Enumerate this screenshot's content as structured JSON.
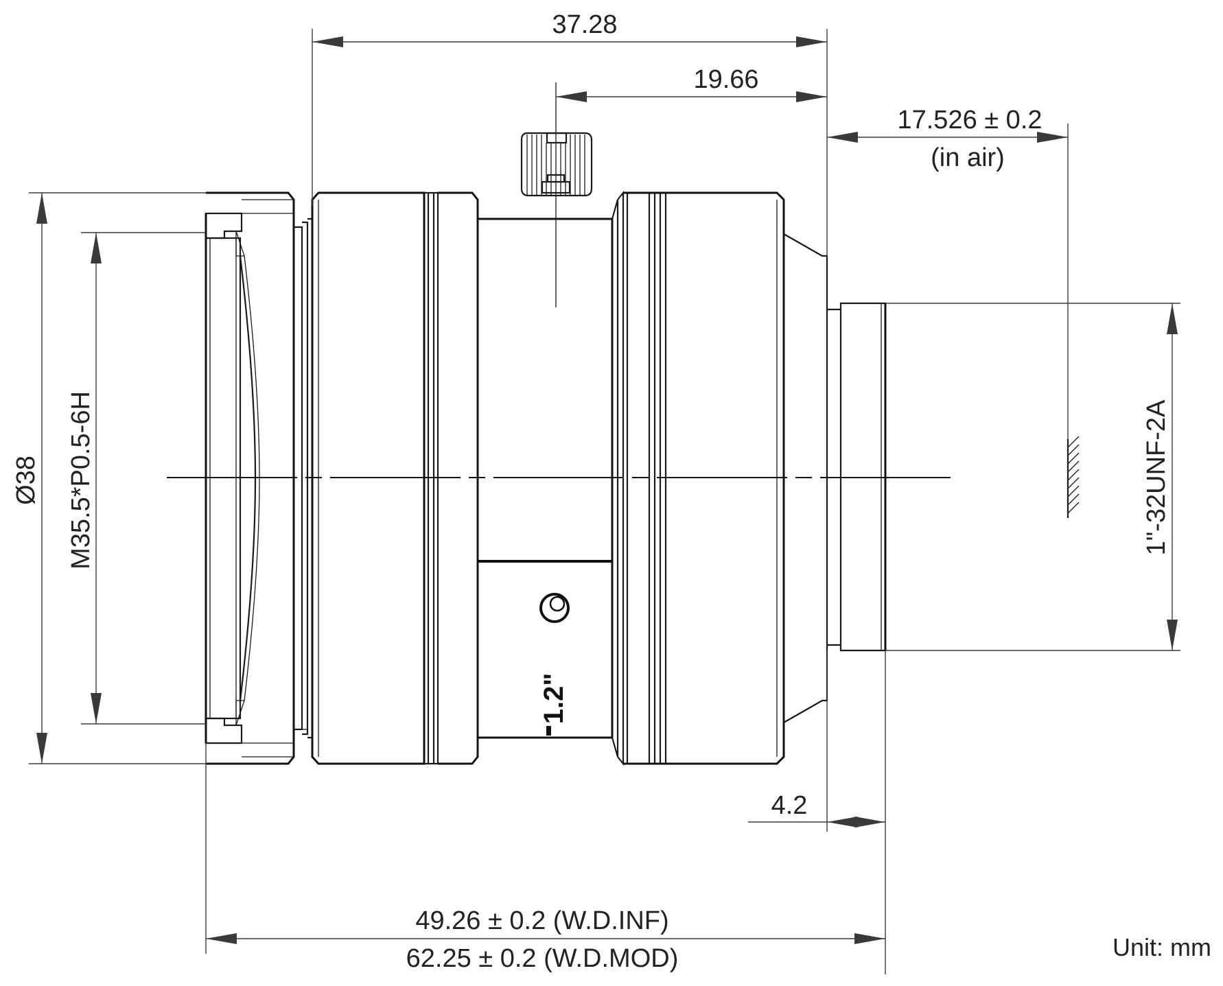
{
  "dimensions": {
    "overall_body_length": "37.28",
    "knob_to_rear": "19.66",
    "back_focal": "17.526 ± 0.2",
    "back_focal_note": "(in air)",
    "diameter": "Ø38",
    "filter_thread": "M35.5*P0.5-6H",
    "mount_thread": "1\"-32UNF-2A",
    "mount_length": "4.2",
    "total_length_inf": "49.26 ± 0.2 (W.D.INF)",
    "total_length_mod": "62.25 ± 0.2 (W.D.MOD)"
  },
  "markings": {
    "format": "1.2\""
  },
  "unit": "Unit: mm",
  "colors": {
    "line": "#1a1a1a",
    "dimension": "#3a3a3a",
    "background": "#ffffff"
  }
}
